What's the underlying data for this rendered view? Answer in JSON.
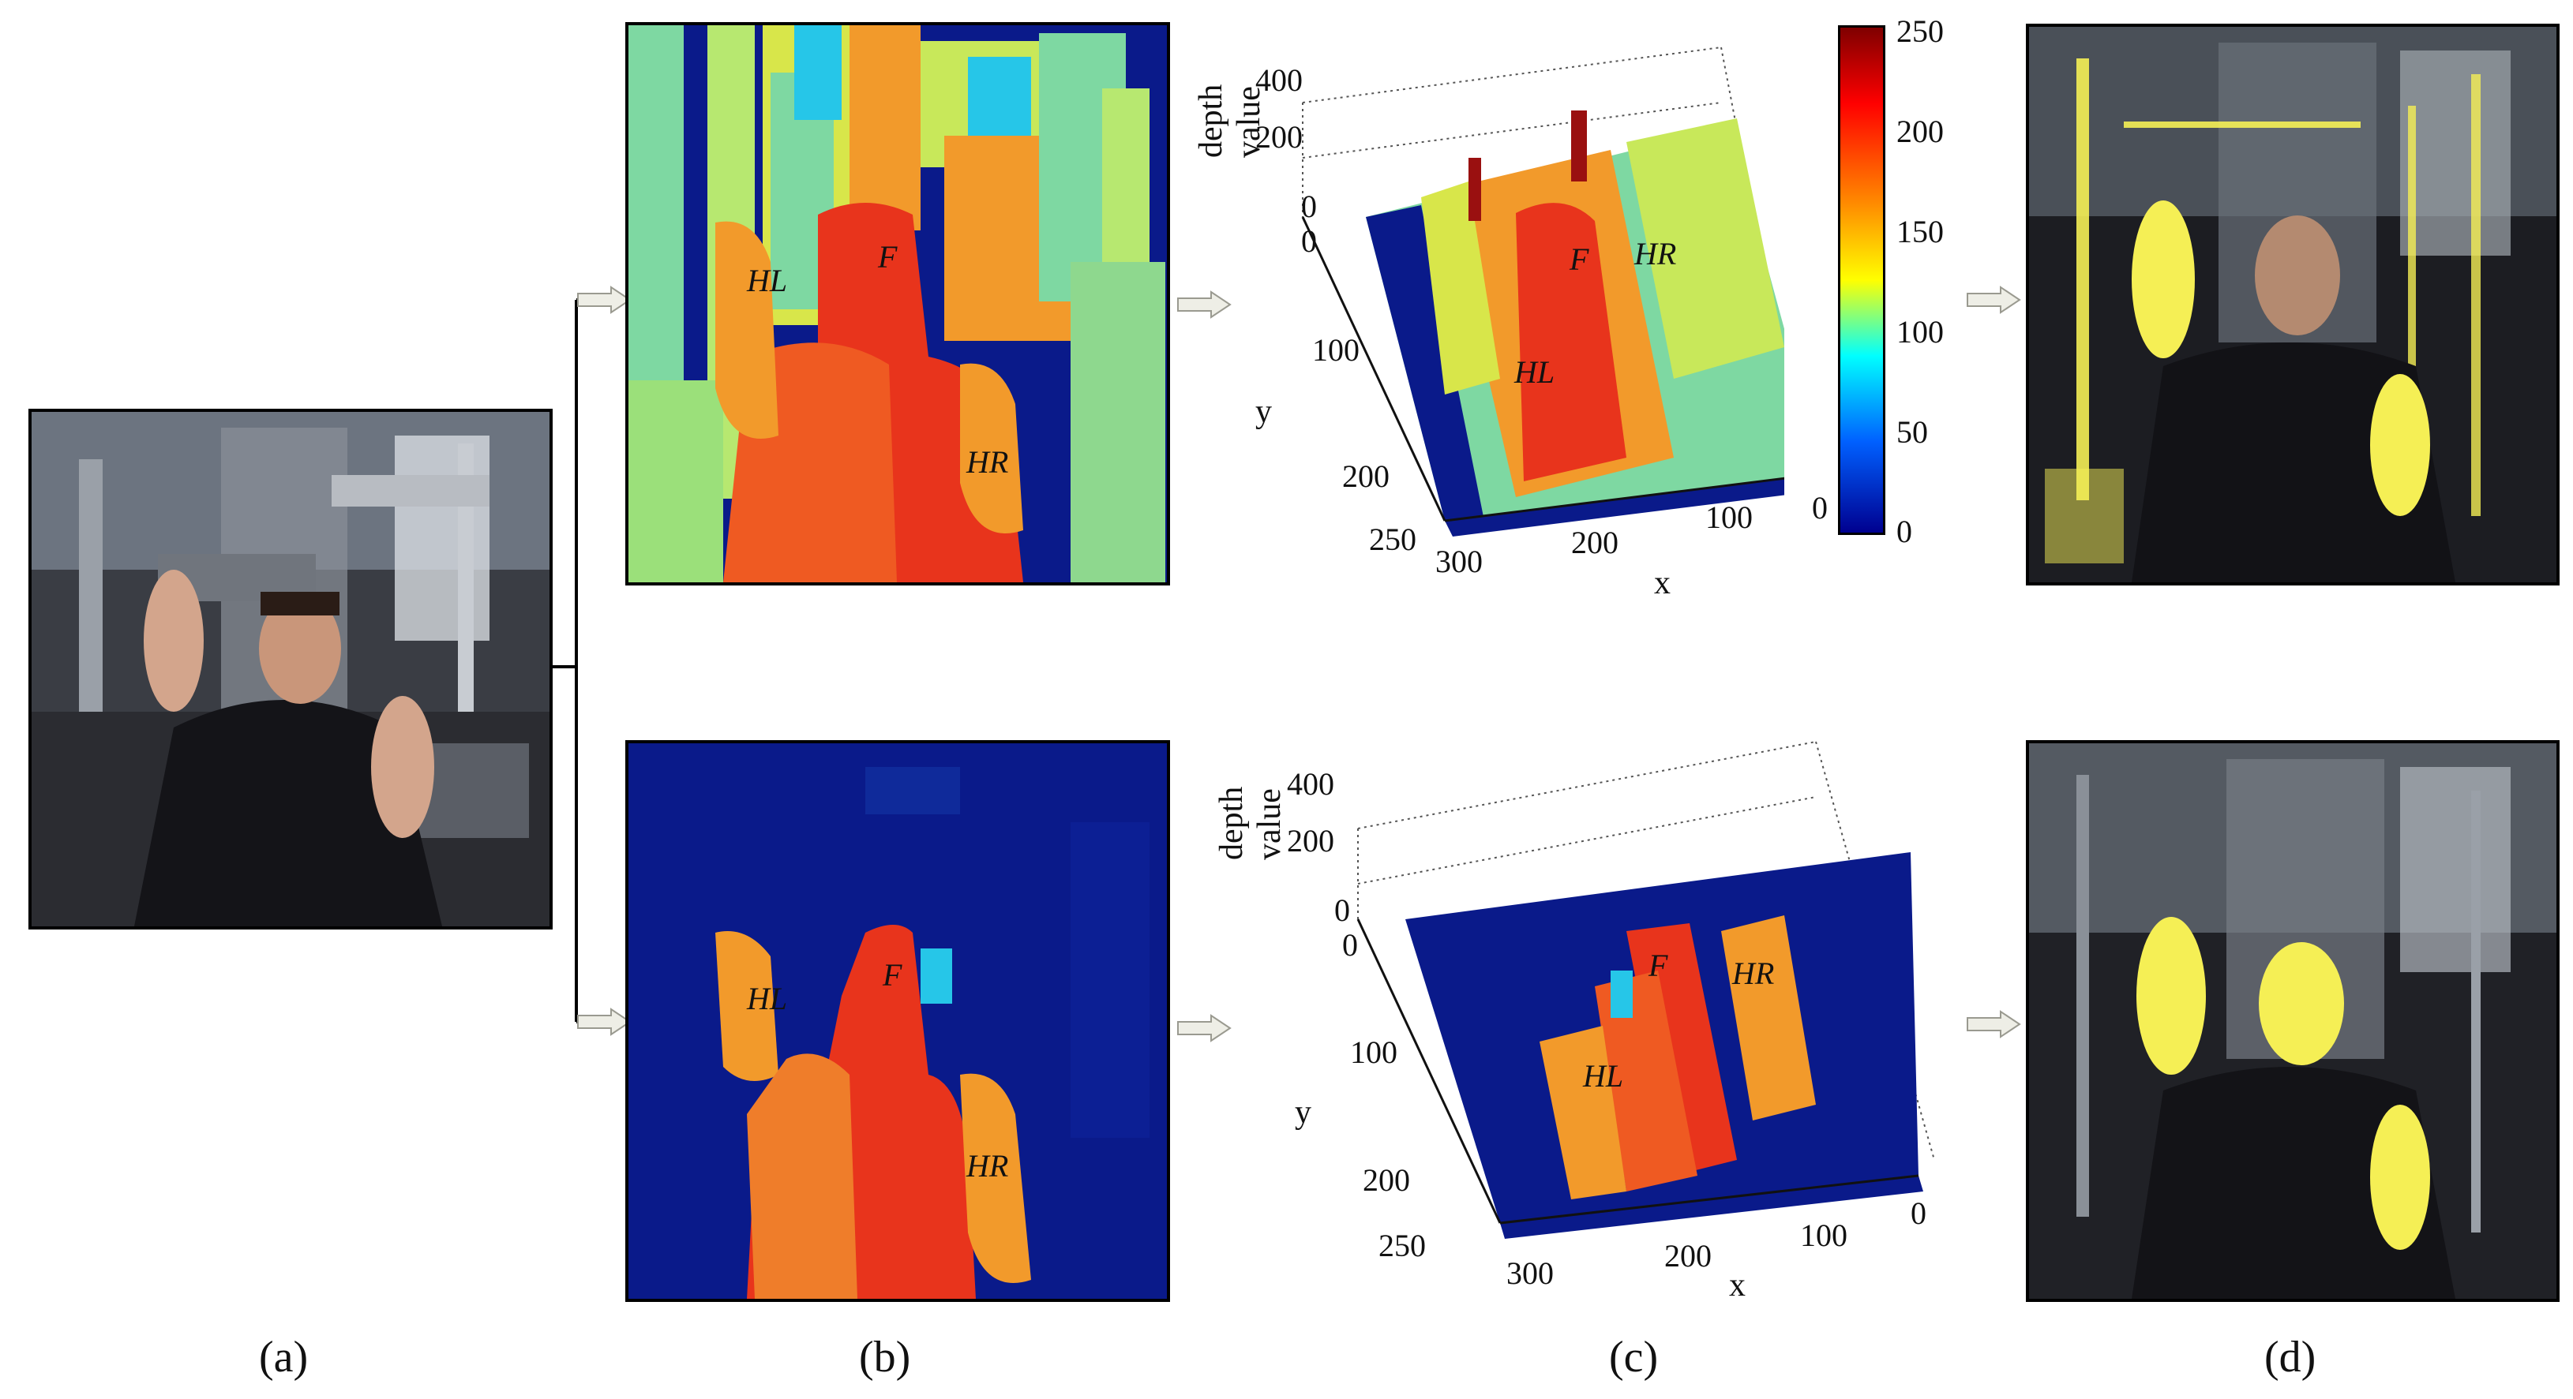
{
  "figure": {
    "panel_captions": [
      "(a)",
      "(b)",
      "(c)",
      "(d)"
    ],
    "region_labels": {
      "face": "F",
      "left_hand": "HL",
      "right_hand": "HR"
    }
  },
  "plot3d": {
    "z_axis_title": "depth value",
    "z_axis_line1": "depth",
    "z_axis_line2": "value",
    "y_axis_title": "y",
    "x_axis_title": "x",
    "z_ticks": [
      "400",
      "200",
      "0"
    ],
    "y_ticks": [
      "0",
      "100",
      "200",
      "250"
    ],
    "x_ticks_top": [
      "300",
      "200",
      "100",
      "0"
    ],
    "x_ticks_bottom": [
      "300",
      "200",
      "100",
      "0"
    ]
  },
  "colorbar": {
    "ticks": [
      "250",
      "200",
      "150",
      "100",
      "50",
      "0"
    ],
    "colors": [
      "#7f0000",
      "#ff0000",
      "#ff8c00",
      "#ffff00",
      "#00ffff",
      "#0060ff",
      "#00008f"
    ]
  },
  "colors": {
    "background_blue": "#0a1a8a",
    "depth_red": "#e8341c",
    "depth_orange": "#f29a2b",
    "depth_yellow": "#d8e64a",
    "depth_cyan": "#26c6e8",
    "depth_green": "#7ed8a2",
    "highlight_yellow": "#f5ef55"
  },
  "arrow_icon": "right-arrow-icon"
}
